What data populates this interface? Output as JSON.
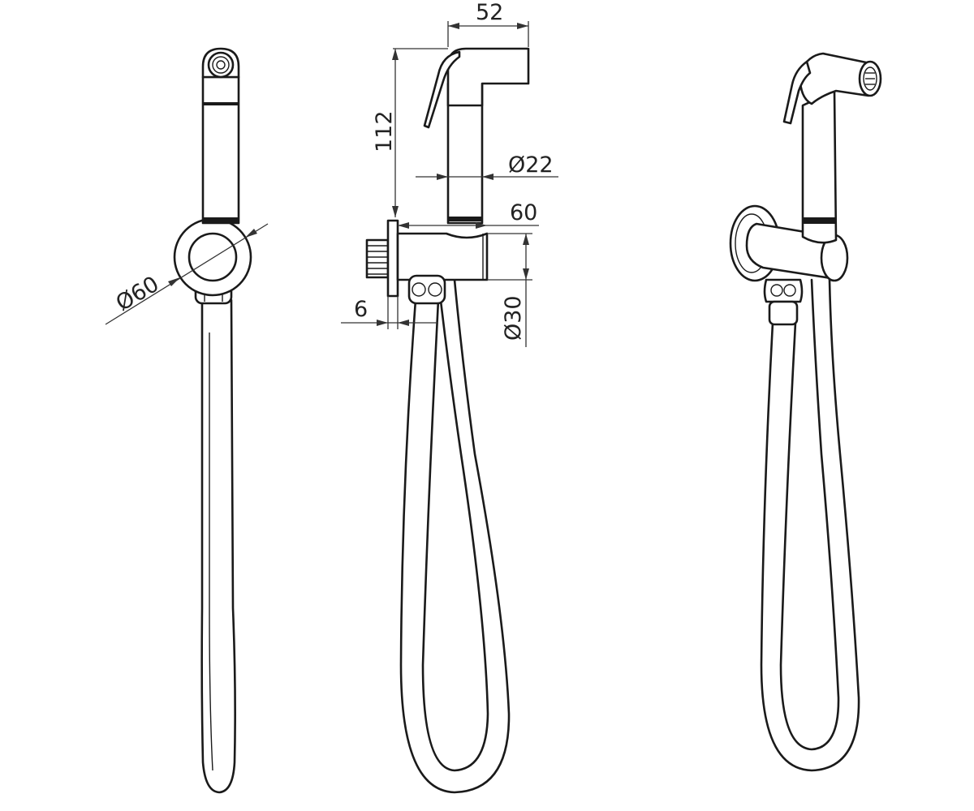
{
  "dimensions": {
    "body_width": "52",
    "total_height": "112",
    "hose_diameter": "Ø22",
    "holder_depth": "60",
    "holder_diameter": "Ø30",
    "flange_thickness": "6",
    "flange_diameter": "Ø60"
  },
  "colors": {
    "line": "#1a1a1a",
    "background": "#ffffff"
  }
}
